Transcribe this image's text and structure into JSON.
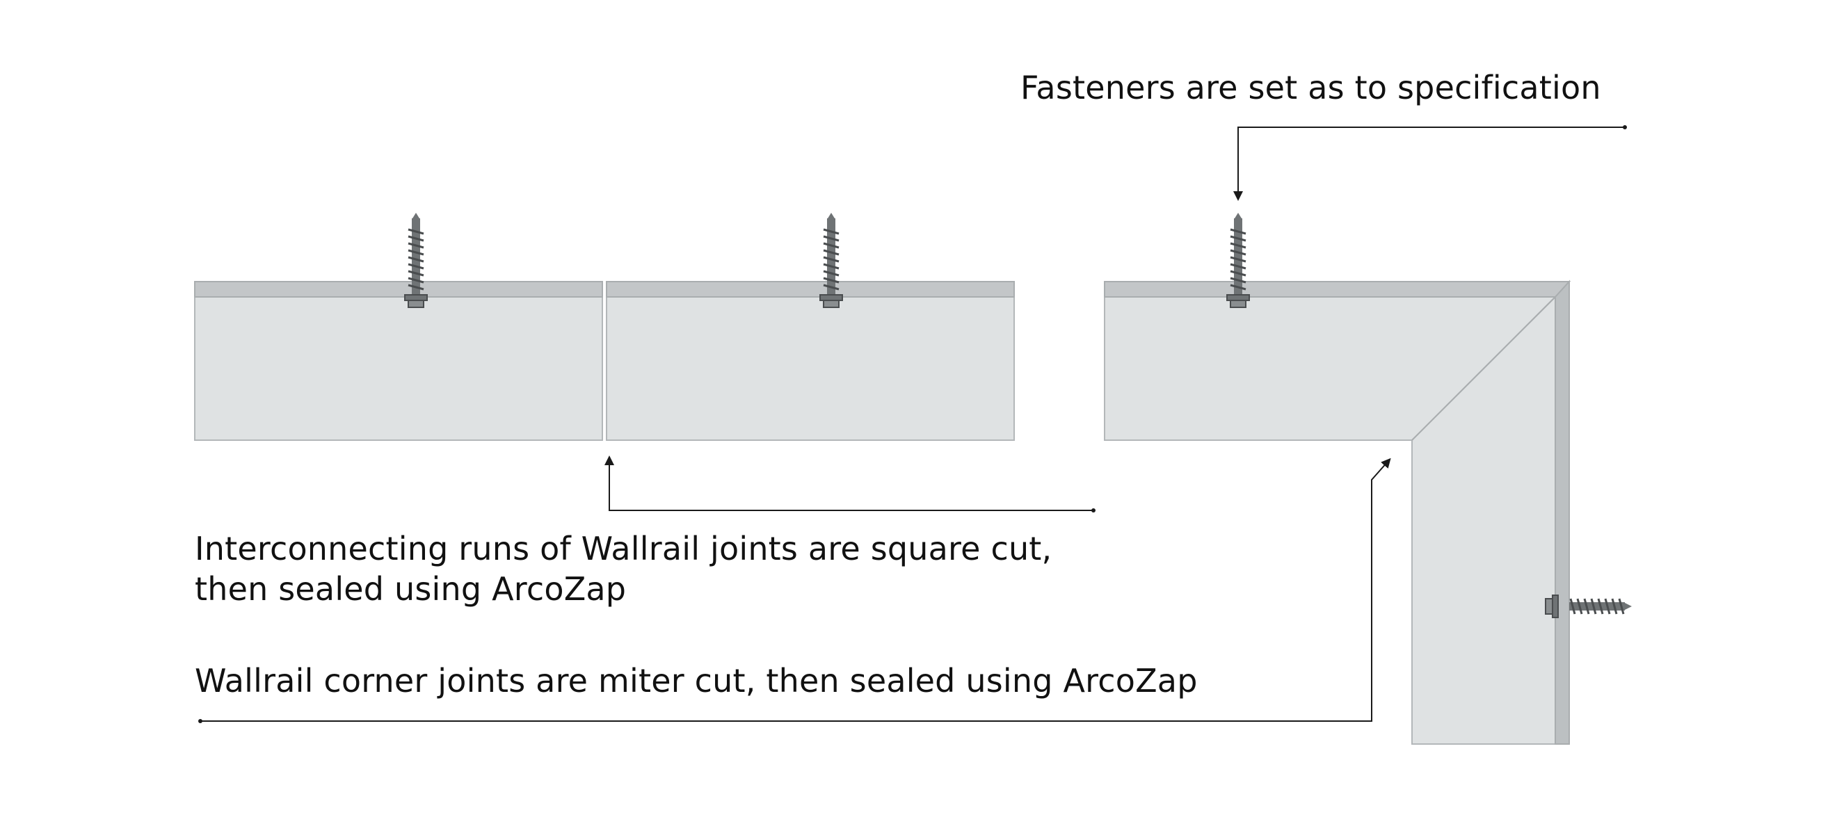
{
  "annotations": {
    "fasteners": "Fasteners are set as to specification",
    "square_cut_line1": "Interconnecting runs of Wallrail joints are square cut,",
    "square_cut_line2": "then sealed using ArcoZap",
    "miter_cut": "Wallrail corner joints are miter cut, then sealed using ArcoZap"
  },
  "colors": {
    "panel_face": "#dfe2e3",
    "panel_edge": "#b3b7b9",
    "panel_top_strip": "#c3c6c8",
    "panel_side_strip": "#bcc0c2",
    "screw": "#6f7375",
    "screw_dark": "#4a4d4f",
    "leader_line": "#1a1a1a",
    "text": "#111111"
  },
  "icons": {
    "fastener": "self-drilling-screw-icon",
    "arrow": "arrowhead-icon"
  }
}
